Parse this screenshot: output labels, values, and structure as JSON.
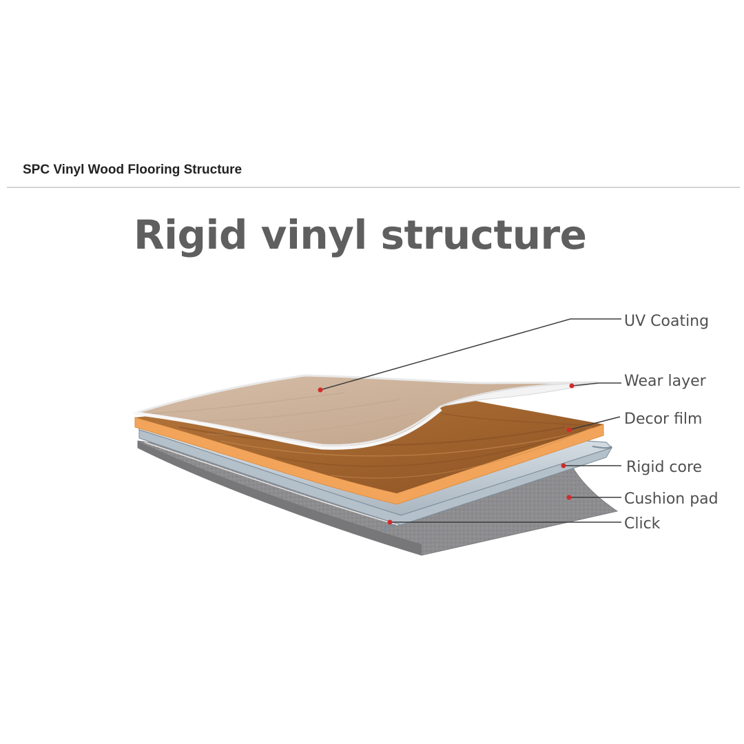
{
  "section_heading": "SPC Vinyl Wood Flooring Structure",
  "diagram": {
    "title": "Rigid vinyl structure",
    "layers": [
      {
        "label": "UV Coating"
      },
      {
        "label": "Wear layer"
      },
      {
        "label": "Decor film"
      },
      {
        "label": "Rigid core"
      },
      {
        "label": "Cushion pad"
      },
      {
        "label": "Click"
      }
    ]
  },
  "colors": {
    "marker": "#d32a2a",
    "leader_line": "#3c3c3c",
    "title_text": "#5f5f5f",
    "label_text": "#4f4f4f",
    "cushion_pad": "#8c8c8e",
    "rigid_core": "#c7d2da",
    "orange_edge": "#f2a55a",
    "decor_film": "#a56a36",
    "uv_coating": "#d7c1ad",
    "wear_layer": "#ececec"
  }
}
